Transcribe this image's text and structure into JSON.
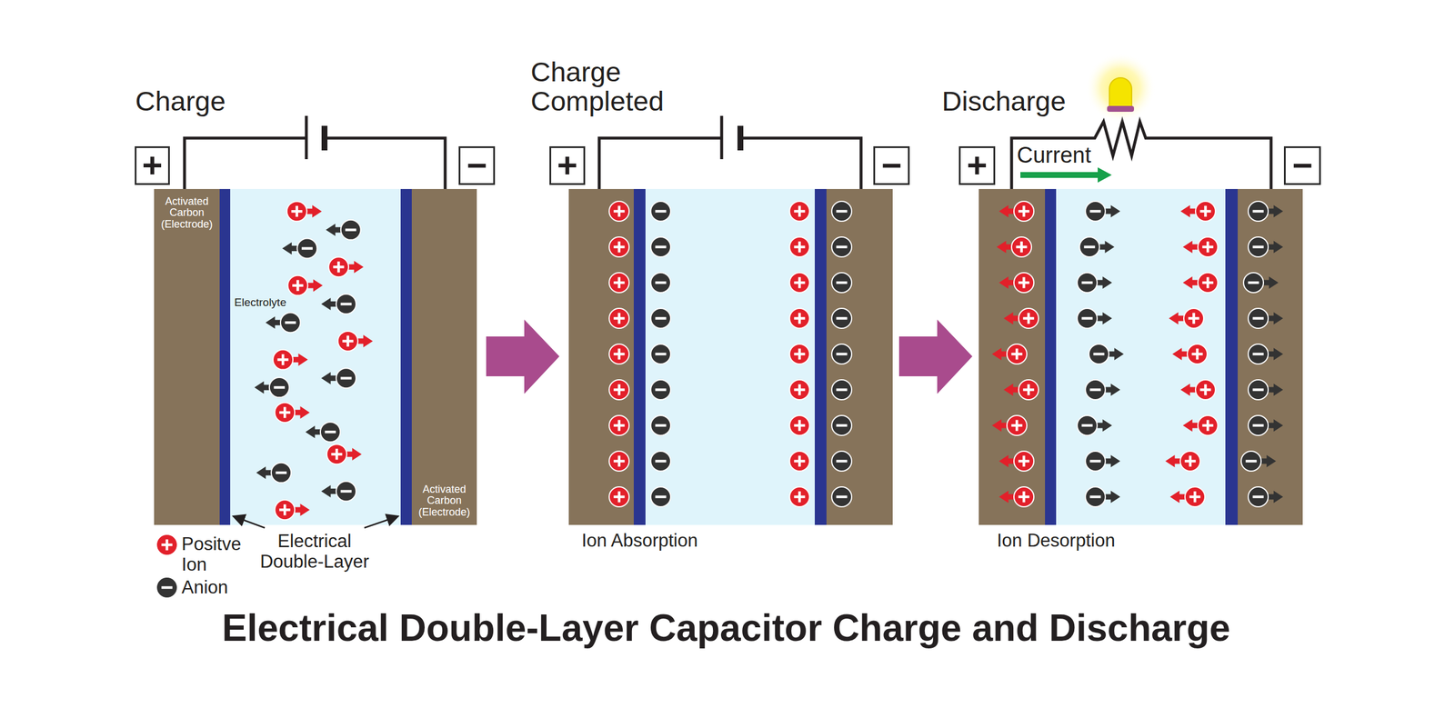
{
  "diagram": {
    "title": "Electrical Double-Layer Capacitor Charge and Discharge",
    "nodes": [
      {
        "text": [
          "+"
        ]
      },
      {
        "text": [
          "−"
        ]
      },
      {
        "text": [
          "Activated Carbon (Electrode)"
        ]
      },
      {
        "text": [
          "Activated Carbon (Electrode)"
        ]
      },
      {
        "text": [
          "+"
        ]
      },
      {
        "text": [
          "−"
        ]
      },
      {
        "text": [
          "+"
        ]
      },
      {
        "text": [
          "−"
        ]
      }
    ],
    "labels": [
      "Charge",
      "Charge Completed",
      "Discharge",
      "Current",
      "Electrolyte",
      "Electrical Double-Layer",
      "Ion Absorption",
      "Ion Desorption"
    ],
    "legend": [
      {
        "text": "Positve Ion",
        "color": "#e2202a"
      },
      {
        "text": "Anion",
        "color": "#333333"
      }
    ]
  }
}
